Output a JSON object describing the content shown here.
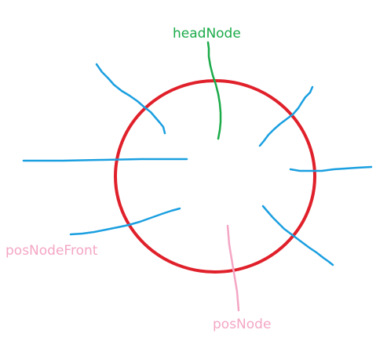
{
  "labels": {
    "head_node": "headNode",
    "pos_node_front": "posNodeFront",
    "pos_node": "posNode"
  },
  "colors": {
    "background": "#ffffff",
    "circle": "#e0202a",
    "pointer_lines": "#1a9fe0",
    "head_node": "#1aaa48",
    "pos_node": "#f4a6c4",
    "pos_node_front": "#f4a6c4"
  }
}
